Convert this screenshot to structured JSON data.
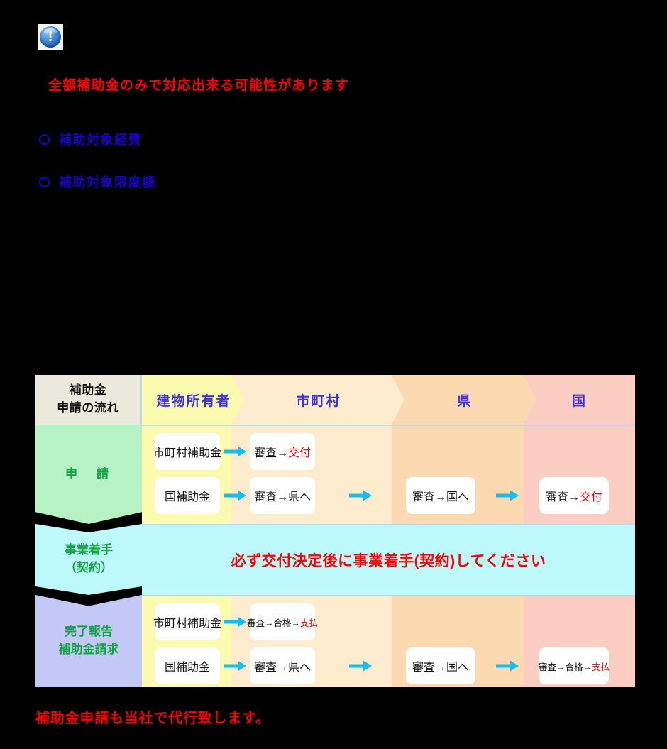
{
  "icon": {
    "name": "info-alert-icon",
    "glyph": "!"
  },
  "headline": "全額補助金のみで対応出来る可能性があります",
  "bullets": [
    {
      "label": "補助対象経費"
    },
    {
      "label": "補助対象限度額"
    }
  ],
  "table": {
    "corner_label": "補助金\n申請の流れ",
    "corner_label_line1": "補助金",
    "corner_label_line2": "申請の流れ",
    "columns": [
      {
        "label": "建物所有者",
        "color": "#fbfbb0"
      },
      {
        "label": "市町村",
        "color": "#fdedce"
      },
      {
        "label": "県",
        "color": "#fcd9b0"
      },
      {
        "label": "国",
        "color": "#fccdc3"
      }
    ],
    "rows": [
      {
        "label": "申　請",
        "label_color": "#11a341",
        "bg": "#b7f2c4",
        "lines": [
          {
            "owner": "市町村補助金",
            "city_pre": "審査→",
            "city_hl": "交付",
            "pref": "",
            "natl_pre": "",
            "natl_hl": ""
          },
          {
            "owner": "国補助金",
            "city_pre": "審査→県へ",
            "city_hl": "",
            "pref": "審査→国へ",
            "natl_pre": "審査→",
            "natl_hl": "交付"
          }
        ]
      },
      {
        "label_line1": "事業着手",
        "label_line2": "（契約）",
        "label_color": "#11a341",
        "bg": "#bdf8fb",
        "note": "必ず交付決定後に事業着手(契約)してください",
        "note_color": "#ff0000"
      },
      {
        "label_line1": "完了報告",
        "label_line2": "補助金請求",
        "label_color": "#11a341",
        "bg": "#c3c8f7",
        "lines": [
          {
            "owner": "市町村補助金",
            "city_pre": "審査→合格→",
            "city_hl": "支払",
            "pref": "",
            "natl_pre": "",
            "natl_hl": ""
          },
          {
            "owner": "国補助金",
            "city_pre": "審査→県へ",
            "city_hl": "",
            "pref": "審査→国へ",
            "natl_pre": "審査→合格→",
            "natl_hl": "支払"
          }
        ]
      }
    ],
    "arrow_color": "#17bdf0",
    "arrow_glyph": "→"
  },
  "footer": "補助金申請も当社で代行致します。"
}
